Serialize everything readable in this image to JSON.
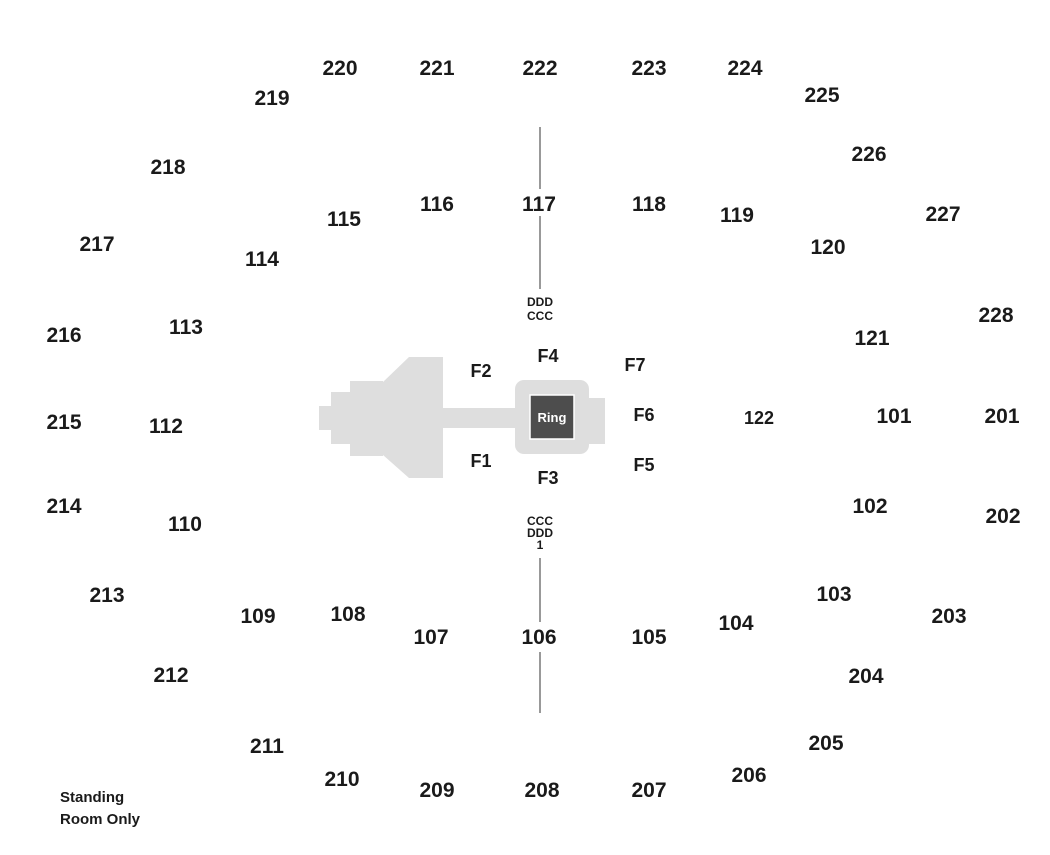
{
  "stage": {
    "ring_label": "Ring"
  },
  "rows": {
    "top": [
      "DDD",
      "CCC"
    ],
    "bottom": [
      "CCC",
      "DDD",
      "1"
    ]
  },
  "standing_room": [
    "Standing",
    "Room Only"
  ],
  "floor_sections": [
    "F1",
    "F2",
    "F3",
    "F4",
    "F5",
    "F6",
    "F7"
  ],
  "lower_sections": [
    "101",
    "102",
    "103",
    "104",
    "105",
    "106",
    "107",
    "108",
    "109",
    "110",
    "112",
    "113",
    "114",
    "115",
    "116",
    "117",
    "118",
    "119",
    "120",
    "121",
    "122"
  ],
  "upper_sections": [
    "201",
    "202",
    "203",
    "204",
    "205",
    "206",
    "207",
    "208",
    "209",
    "210",
    "211",
    "212",
    "213",
    "214",
    "215",
    "216",
    "217",
    "218",
    "219",
    "220",
    "221",
    "222",
    "223",
    "224",
    "225",
    "226",
    "227",
    "228"
  ],
  "colors": {
    "stage": "#dedede",
    "ring": "#4d4d4d",
    "ring_border": "#ffffff",
    "aisle_line": "#555555",
    "text": "#1a1a1a"
  }
}
